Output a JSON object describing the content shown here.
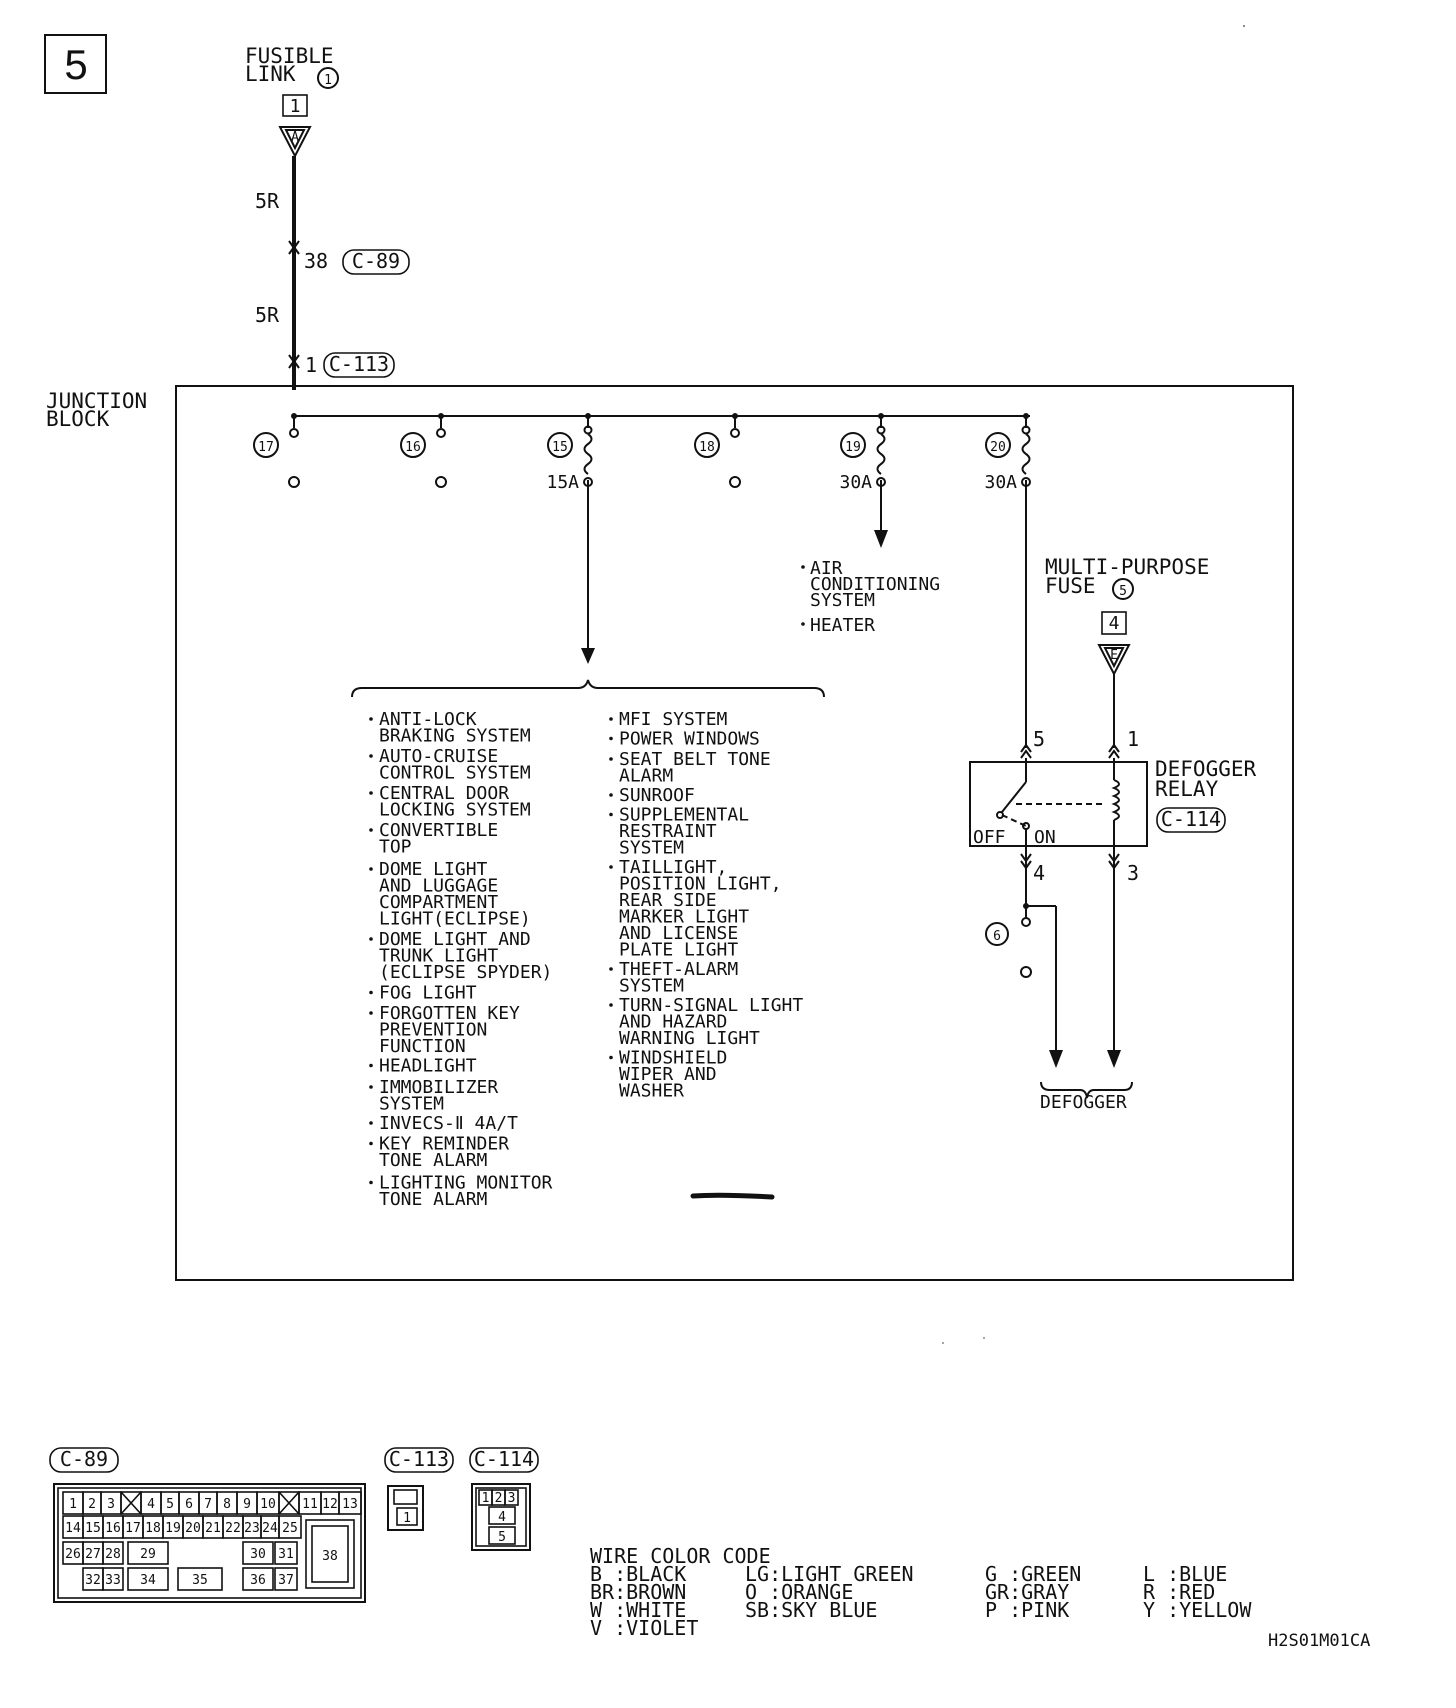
{
  "page": {
    "number": "5",
    "code": "H2S01M01CA"
  },
  "top": {
    "fusible_link_line1": "FUSIBLE",
    "fusible_link_line2": "LINK",
    "fusible_link_num": "1",
    "fusible_ref": "1",
    "fusible_tri": "A",
    "wire1": "5R",
    "conn1_pin": "38",
    "conn1": "C-89",
    "wire2": "5R",
    "conn2_pin": "1",
    "conn2": "C-113"
  },
  "junction": {
    "title_line1": "JUNCTION",
    "title_line2": "BLOCK",
    "fuses": [
      {
        "num": "17",
        "rating": ""
      },
      {
        "num": "16",
        "rating": ""
      },
      {
        "num": "15",
        "rating": "15A"
      },
      {
        "num": "18",
        "rating": ""
      },
      {
        "num": "19",
        "rating": "30A"
      },
      {
        "num": "20",
        "rating": "30A"
      }
    ]
  },
  "ac_targets": [
    "AIR CONDITIONING SYSTEM",
    "HEATER"
  ],
  "systems_left": [
    [
      "ANTI-LOCK",
      "BRAKING SYSTEM"
    ],
    [
      "AUTO-CRUISE",
      "CONTROL SYSTEM"
    ],
    [
      "CENTRAL DOOR",
      "LOCKING SYSTEM"
    ],
    [
      "CONVERTIBLE",
      "TOP"
    ],
    [
      "DOME LIGHT",
      "AND LUGGAGE",
      "COMPARTMENT",
      "LIGHT(ECLIPSE)"
    ],
    [
      "DOME LIGHT AND",
      "TRUNK LIGHT",
      "(ECLIPSE SPYDER)"
    ],
    [
      "FOG LIGHT"
    ],
    [
      "FORGOTTEN KEY",
      "PREVENTION",
      "FUNCTION"
    ],
    [
      "HEADLIGHT"
    ],
    [
      "IMMOBILIZER",
      "SYSTEM"
    ],
    [
      "INVECS-Ⅱ 4A/T"
    ],
    [
      "KEY REMINDER",
      "TONE ALARM"
    ],
    [
      "LIGHTING MONITOR",
      "TONE ALARM"
    ]
  ],
  "systems_right": [
    [
      "MFI SYSTEM"
    ],
    [
      "POWER WINDOWS"
    ],
    [
      "SEAT BELT TONE",
      "ALARM"
    ],
    [
      "SUNROOF"
    ],
    [
      "SUPPLEMENTAL",
      "RESTRAINT",
      "SYSTEM"
    ],
    [
      "TAILLIGHT,",
      "POSITION LIGHT,",
      "REAR SIDE",
      "MARKER LIGHT",
      "AND LICENSE",
      "PLATE LIGHT"
    ],
    [
      "THEFT-ALARM",
      "SYSTEM"
    ],
    [
      "TURN-SIGNAL LIGHT",
      "AND HAZARD",
      "WARNING LIGHT"
    ],
    [
      "WINDSHIELD",
      "WIPER AND",
      "WASHER"
    ]
  ],
  "mpf": {
    "line1": "MULTI-PURPOSE",
    "line2": "FUSE",
    "num": "5",
    "ref": "4",
    "tri": "E"
  },
  "relay": {
    "title_line1": "DEFOGGER",
    "title_line2": "RELAY",
    "conn": "C-114",
    "off": "OFF",
    "on": "ON",
    "pins": [
      "5",
      "1",
      "4",
      "3"
    ]
  },
  "defogger": {
    "fuse_num": "6",
    "label": "DEFOGGER"
  },
  "connectors": {
    "c89": {
      "label": "C-89",
      "row1": [
        "1",
        "2",
        "3",
        "",
        "4",
        "5",
        "6",
        "7",
        "8",
        "9",
        "10",
        "",
        "11",
        "12",
        "13"
      ],
      "row2": [
        "14",
        "15",
        "16",
        "17",
        "18",
        "19",
        "20",
        "21",
        "22",
        "23",
        "24",
        "25"
      ],
      "row3": [
        "26",
        "27",
        "28",
        "29",
        "30",
        "31",
        "38"
      ],
      "row4": [
        "32",
        "33",
        "34",
        "35",
        "36",
        "37"
      ]
    },
    "c113": {
      "label": "C-113",
      "pin": "1"
    },
    "c114": {
      "label": "C-114",
      "pins": [
        "1",
        "2",
        "3",
        "4",
        "5"
      ]
    }
  },
  "legend": {
    "title": "WIRE COLOR CODE",
    "entries": [
      [
        "B :BLACK",
        "LG:LIGHT GREEN",
        "G :GREEN",
        "L :BLUE"
      ],
      [
        "BR:BROWN",
        "O :ORANGE",
        "GR:GRAY",
        "R :RED"
      ],
      [
        "W :WHITE",
        "SB:SKY BLUE",
        "P :PINK",
        "Y :YELLOW"
      ],
      [
        "V :VIOLET",
        "",
        "",
        ""
      ]
    ]
  }
}
